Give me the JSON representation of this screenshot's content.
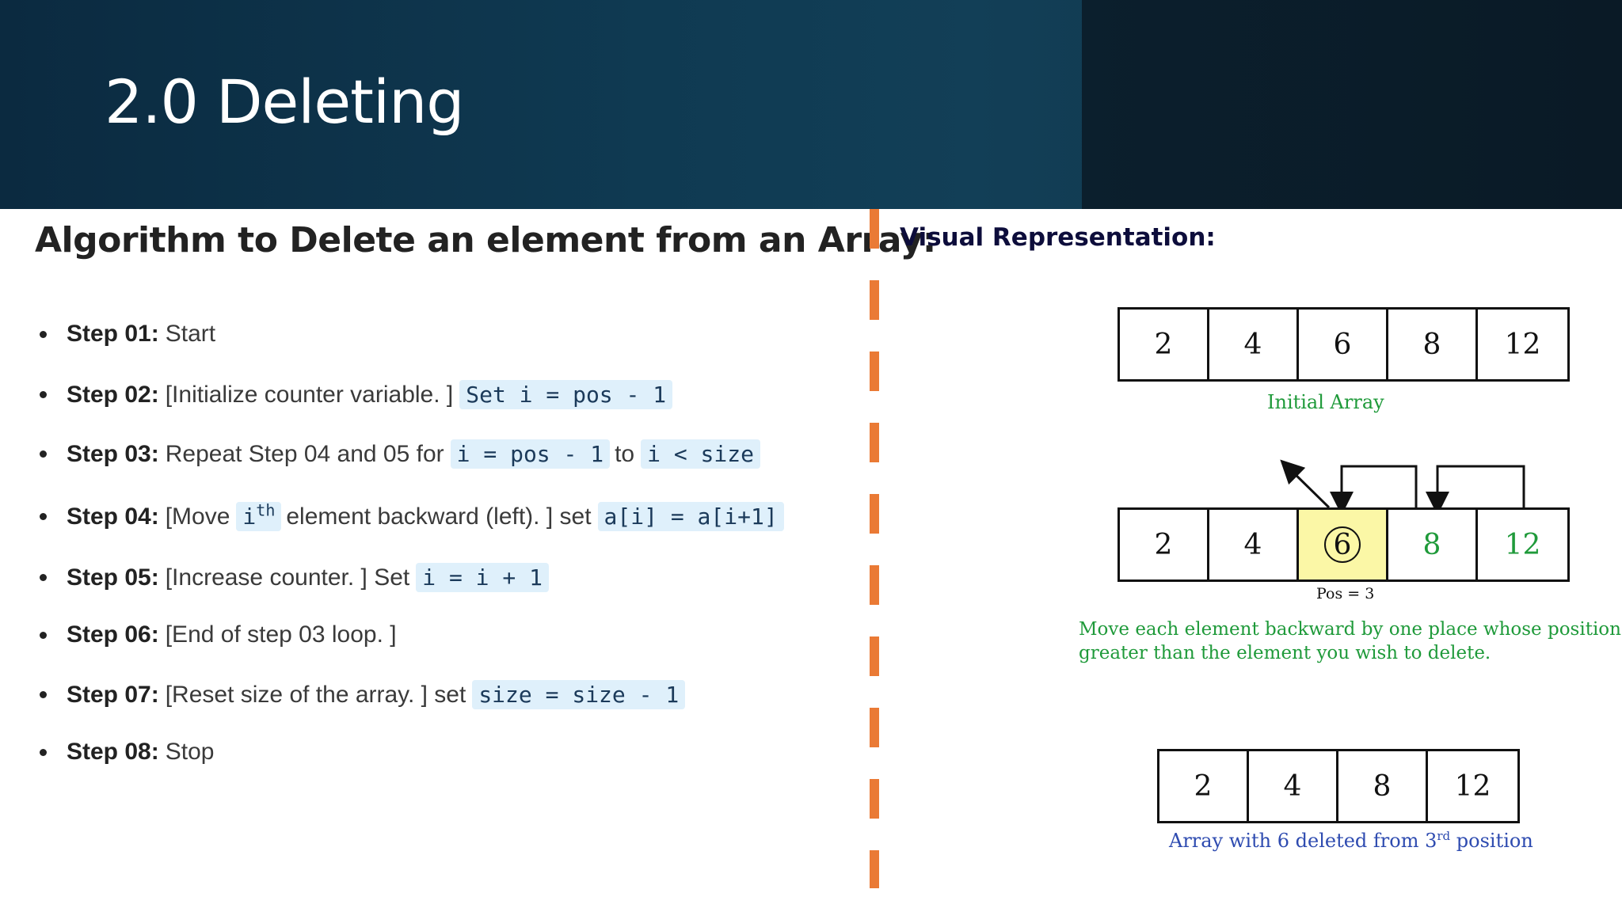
{
  "slide": {
    "title": "2.0 Deleting"
  },
  "algorithm": {
    "heading": "Algorithm to Delete an element from an Array:",
    "steps": [
      {
        "label": "Step 01:",
        "parts": [
          {
            "t": "text",
            "v": "Start"
          }
        ]
      },
      {
        "label": "Step 02:",
        "parts": [
          {
            "t": "text",
            "v": "[Initialize counter variable. ]"
          },
          {
            "t": "code",
            "v": "Set i = pos - 1"
          }
        ]
      },
      {
        "label": "Step 03:",
        "parts": [
          {
            "t": "text",
            "v": "Repeat Step 04 and 05 for"
          },
          {
            "t": "code",
            "v": "i = pos - 1"
          },
          {
            "t": "text",
            "v": "to"
          },
          {
            "t": "code",
            "v": "i < size"
          }
        ]
      },
      {
        "label": "Step 04:",
        "parts": [
          {
            "t": "text",
            "v": "[Move"
          },
          {
            "t": "code",
            "v": "i",
            "sup": "th"
          },
          {
            "t": "text",
            "v": "element backward (left). ] set"
          },
          {
            "t": "code",
            "v": "a[i] = a[i+1]"
          }
        ]
      },
      {
        "label": "Step 05:",
        "parts": [
          {
            "t": "text",
            "v": "[Increase counter. ] Set"
          },
          {
            "t": "code",
            "v": "i = i + 1"
          }
        ]
      },
      {
        "label": "Step 06:",
        "parts": [
          {
            "t": "text",
            "v": "[End of step 03 loop. ]"
          }
        ]
      },
      {
        "label": "Step 07:",
        "parts": [
          {
            "t": "text",
            "v": "[Reset size of the array. ] set"
          },
          {
            "t": "code",
            "v": "size = size - 1"
          }
        ]
      },
      {
        "label": "Step 08:",
        "parts": [
          {
            "t": "text",
            "v": "Stop"
          }
        ]
      }
    ]
  },
  "visual": {
    "heading": "Visual Representation:",
    "initial_array": [
      "2",
      "4",
      "6",
      "8",
      "12"
    ],
    "initial_caption": "Initial Array",
    "moving_array": [
      "2",
      "4",
      "6",
      "8",
      "12"
    ],
    "highlight_index": 2,
    "pos_label": "Pos = 3",
    "move_caption_line1": "Move each element backward by one place whose position is",
    "move_caption_line2": "greater than the element you wish to delete.",
    "final_array": [
      "2",
      "4",
      "8",
      "12"
    ],
    "final_caption_main": "Array with 6 deleted from 3",
    "final_caption_sup": "rd",
    "final_caption_end": " position",
    "colors": {
      "green": "#1f9a3a",
      "blue": "#2e4bb0",
      "highlight": "#fbf7a6",
      "divider": "#ea7a35"
    }
  }
}
